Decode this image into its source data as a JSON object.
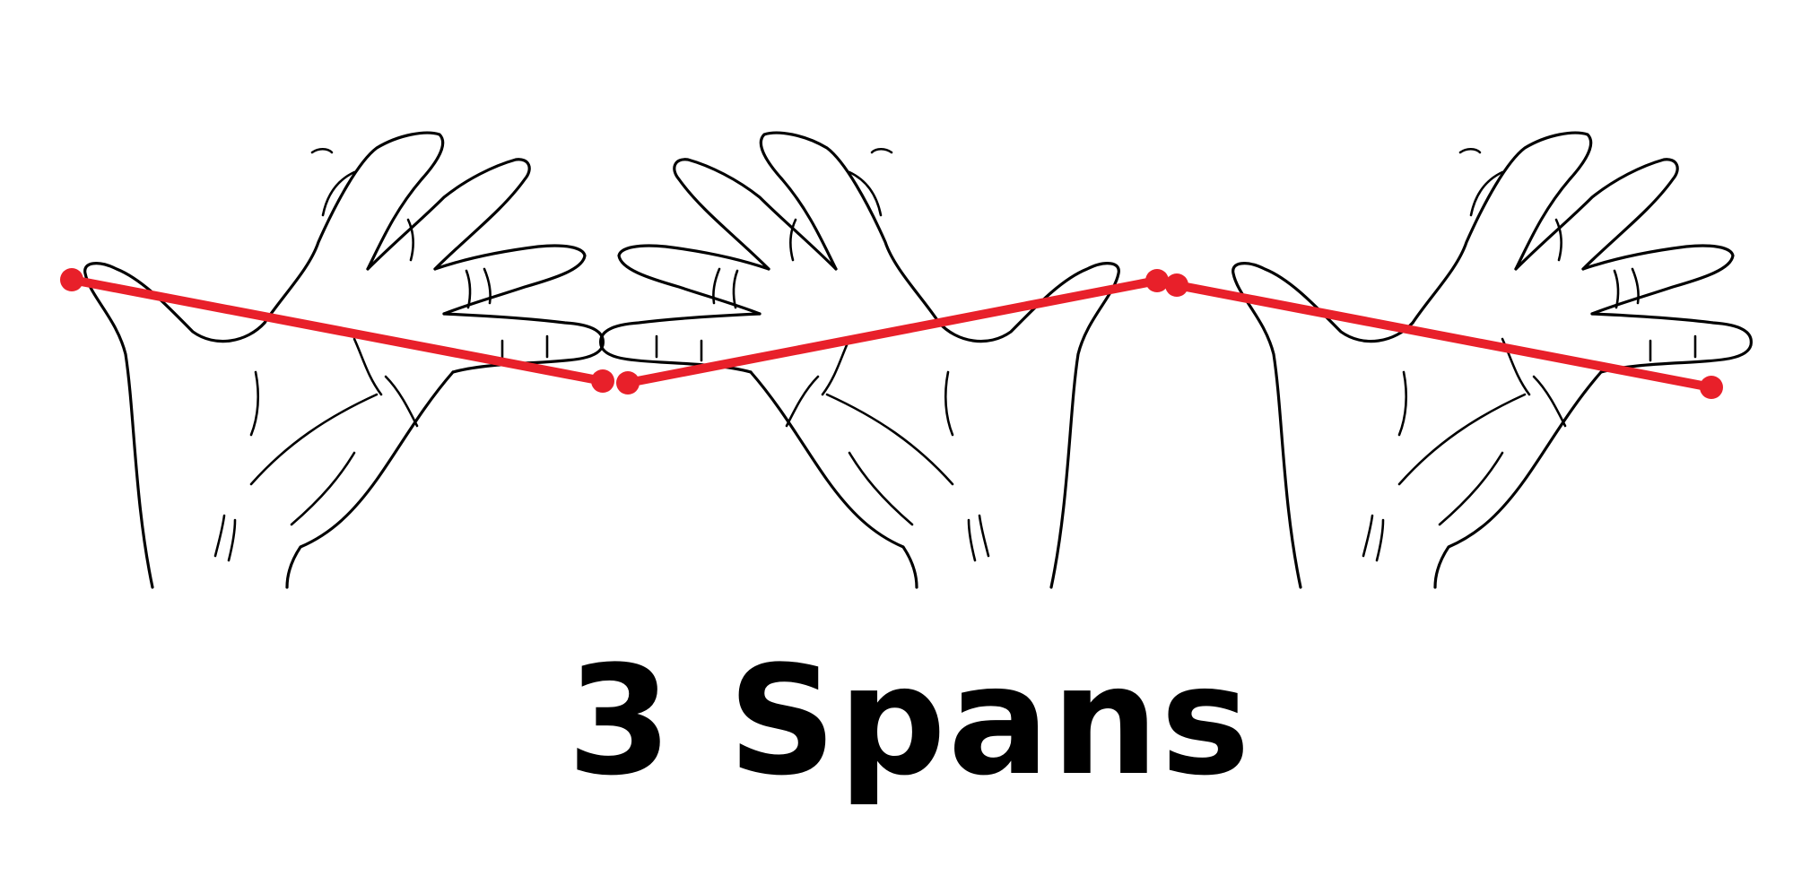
{
  "caption": "3 Spans",
  "colors": {
    "span_line": "#e8202a",
    "outline": "#000000",
    "background": "#ffffff"
  },
  "hands": [
    {
      "name": "hand-1",
      "orientation": "right"
    },
    {
      "name": "hand-2",
      "orientation": "left"
    },
    {
      "name": "hand-3",
      "orientation": "right"
    }
  ],
  "span_count": 3
}
